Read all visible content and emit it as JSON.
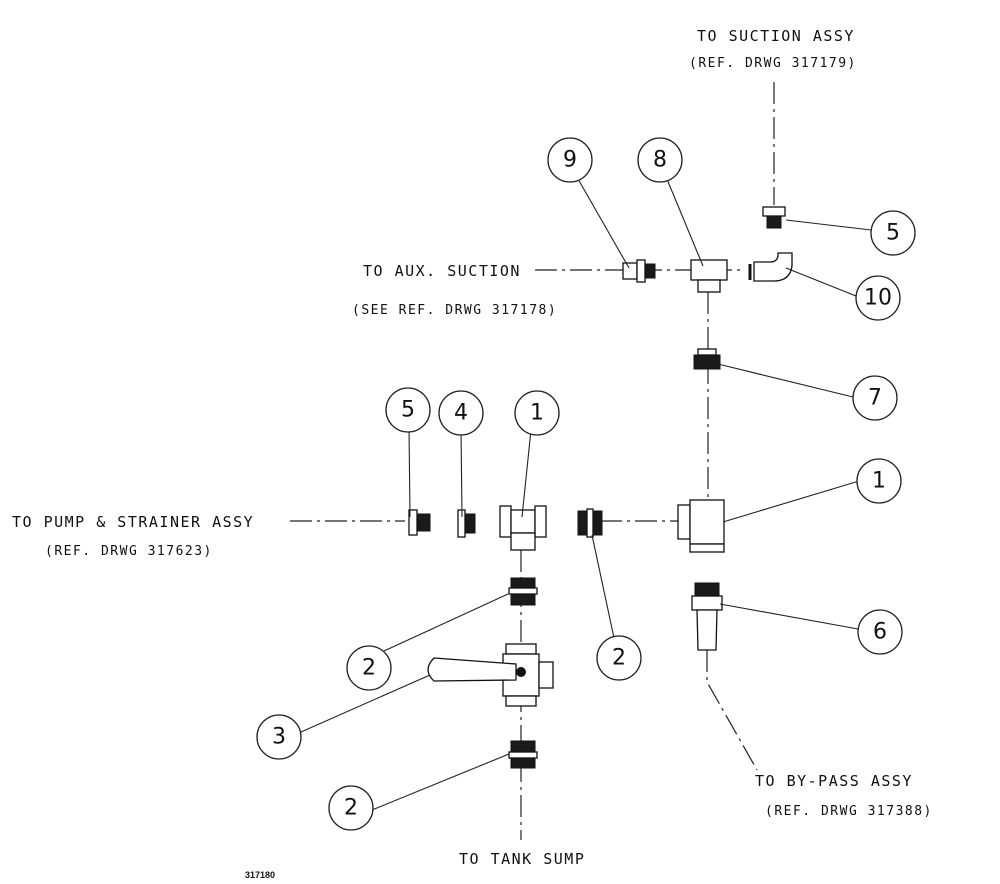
{
  "labels": {
    "suction_title": "TO SUCTION ASSY",
    "suction_ref": "(REF. DRWG 317179)",
    "aux_title": "TO AUX. SUCTION",
    "aux_ref": "(SEE REF. DRWG 317178)",
    "pump_title": "TO PUMP & STRAINER ASSY",
    "pump_ref": "(REF. DRWG 317623)",
    "bypass_title": "TO BY-PASS ASSY",
    "bypass_ref": "(REF. DRWG 317388)",
    "tank_title": "TO TANK SUMP",
    "drawing_number": "317180"
  },
  "callouts": [
    {
      "id": "c9",
      "number": "9"
    },
    {
      "id": "c8",
      "number": "8"
    },
    {
      "id": "c5a",
      "number": "5"
    },
    {
      "id": "c10",
      "number": "10"
    },
    {
      "id": "c7",
      "number": "7"
    },
    {
      "id": "c5b",
      "number": "5"
    },
    {
      "id": "c4",
      "number": "4"
    },
    {
      "id": "c1a",
      "number": "1"
    },
    {
      "id": "c1b",
      "number": "1"
    },
    {
      "id": "c6",
      "number": "6"
    },
    {
      "id": "c2a",
      "number": "2"
    },
    {
      "id": "c2b",
      "number": "2"
    },
    {
      "id": "c3",
      "number": "3"
    },
    {
      "id": "c2c",
      "number": "2"
    }
  ]
}
